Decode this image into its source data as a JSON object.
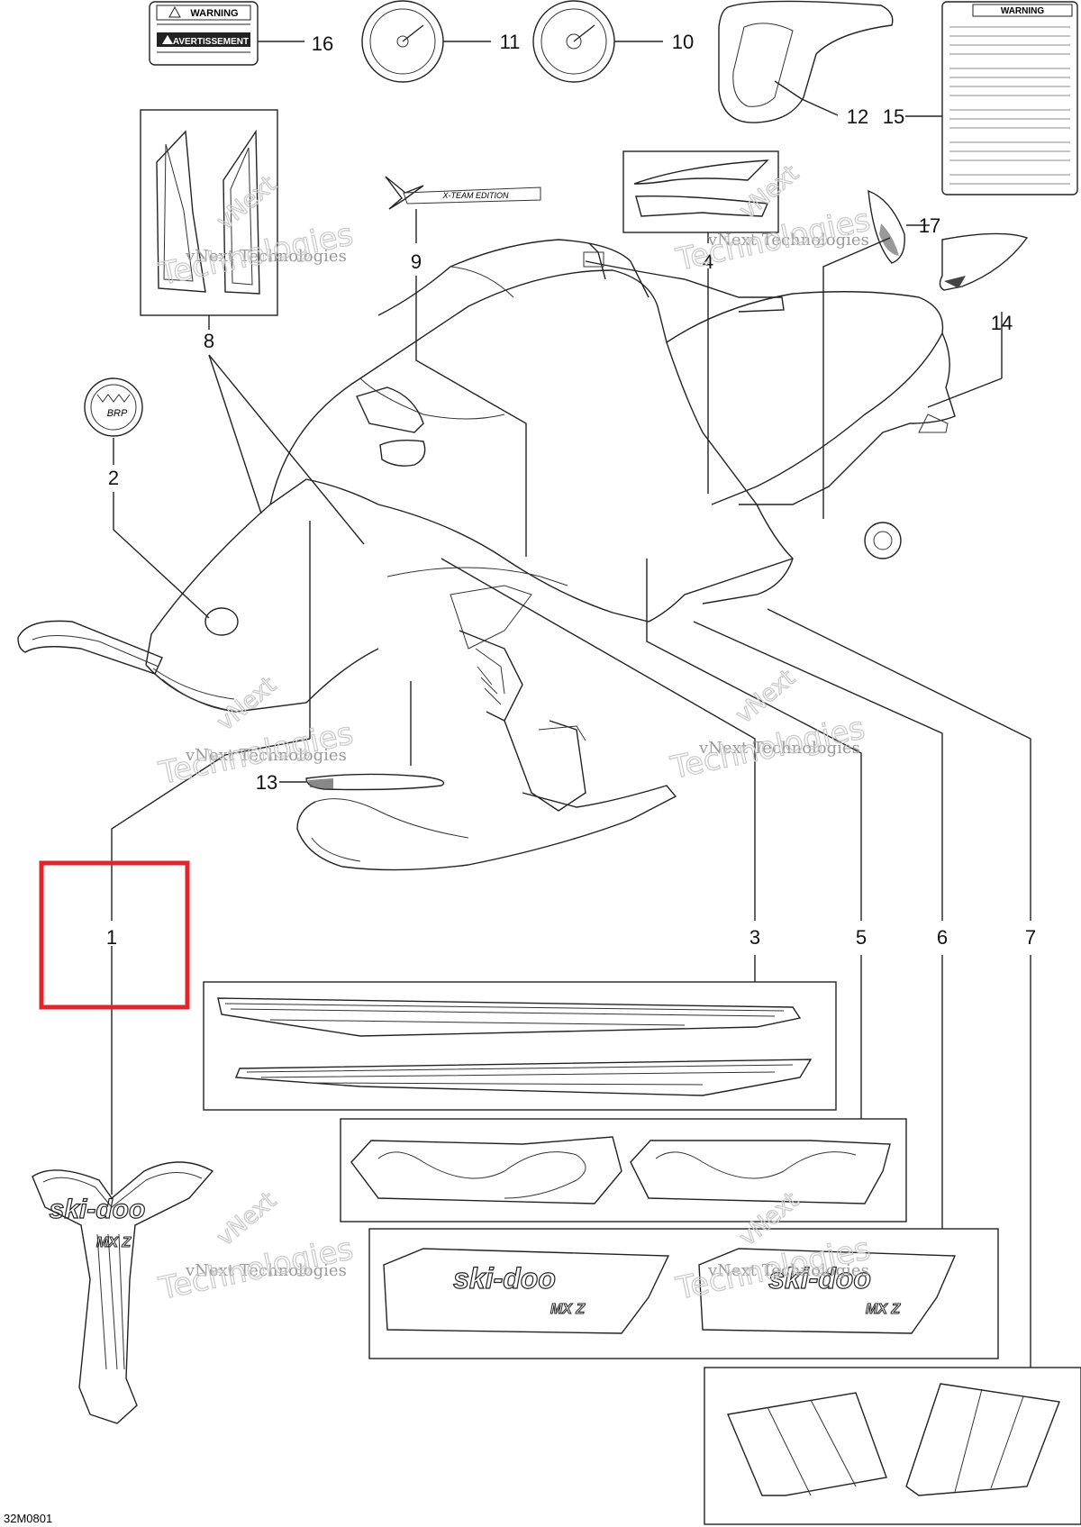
{
  "drawing_code": "32M0801",
  "callouts": [
    "1",
    "2",
    "3",
    "4",
    "5",
    "6",
    "7",
    "8",
    "9",
    "10",
    "11",
    "12",
    "13",
    "14",
    "15",
    "16",
    "17"
  ],
  "watermark": {
    "line1": "vNext Technologies",
    "line2": "Technologies",
    "line3": "vNext"
  },
  "decal_texts": {
    "warning": "WARNING",
    "avertissement": "AVERTISSEMENT",
    "warning15": "WARNING",
    "brp": "BRP",
    "xteam": "X-TEAM EDITION",
    "skidoo": "ski-doo",
    "model": "MX Z"
  },
  "colors": {
    "highlight": "#e0262b",
    "line": "#222222",
    "watermark": "#9a9a9a"
  }
}
